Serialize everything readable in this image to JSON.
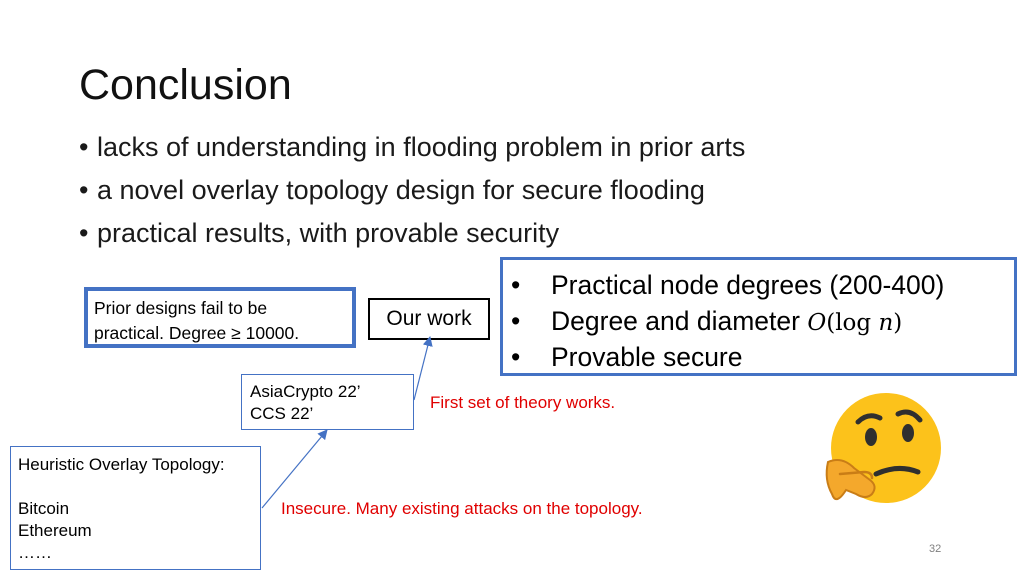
{
  "slide": {
    "title": "Conclusion",
    "bullet_char": "•",
    "bullets": [
      "lacks of understanding in flooding problem in prior arts",
      "a novel overlay topology design for secure flooding",
      "practical results, with provable security"
    ],
    "prior_designs": {
      "line1": "Prior designs fail to be",
      "line2": "practical. Degree ≥ 10000."
    },
    "our_work": "Our work",
    "properties": {
      "item1": "Practical node degrees (200-400)",
      "item2_text": "Degree and diameter",
      "item2_math": {
        "big_o": "O",
        "open": "(",
        "log": "log",
        "n": "n",
        "close": ")"
      },
      "item3": "Provable secure"
    },
    "theory_works": {
      "line1": "AsiaCrypto 22’",
      "line2": "CCS 22’"
    },
    "heuristic": {
      "heading": "Heuristic Overlay Topology:",
      "items": [
        "Bitcoin",
        "Ethereum",
        "……"
      ]
    },
    "notes": {
      "theory": "First set of theory works.",
      "insecure": "Insecure. Many existing attacks on the topology."
    },
    "page_number": "32",
    "icons": {
      "thinking": "thinking-face-emoji-icon"
    },
    "colors": {
      "box_border": "#4472c4",
      "note_text": "#e00000",
      "emoji_face": "#fcc21b"
    }
  }
}
